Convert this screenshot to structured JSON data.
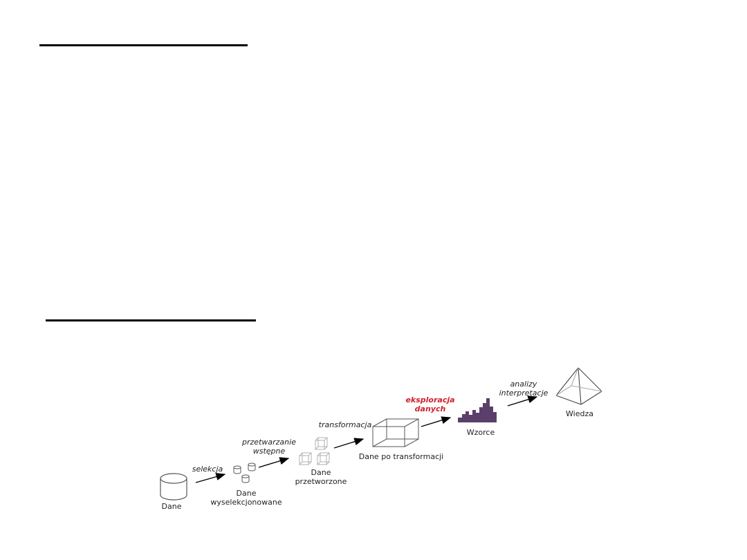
{
  "diagram": {
    "nodes": {
      "dane": "Dane",
      "dane_wyselekcjonowane": [
        "Dane",
        "wyselekcjonowane"
      ],
      "dane_przetworzone": [
        "Dane",
        "przetworzone"
      ],
      "dane_po_transformacji": "Dane po transformacji",
      "wzorce": "Wzorce",
      "wiedza": "Wiedza"
    },
    "steps": {
      "selekcja": "selekcja",
      "przetwarzanie": [
        "przetwarzanie",
        "wstępne"
      ],
      "transformacja": "transformacja",
      "eksploracja": [
        "eksploracja",
        "danych"
      ],
      "analizy": [
        "analizy",
        "interpretacje"
      ]
    },
    "colors": {
      "highlight": "#d0202e",
      "pattern_bars": "#5b3f6b",
      "line": "#444444",
      "light_line": "#aaaaaa"
    }
  }
}
